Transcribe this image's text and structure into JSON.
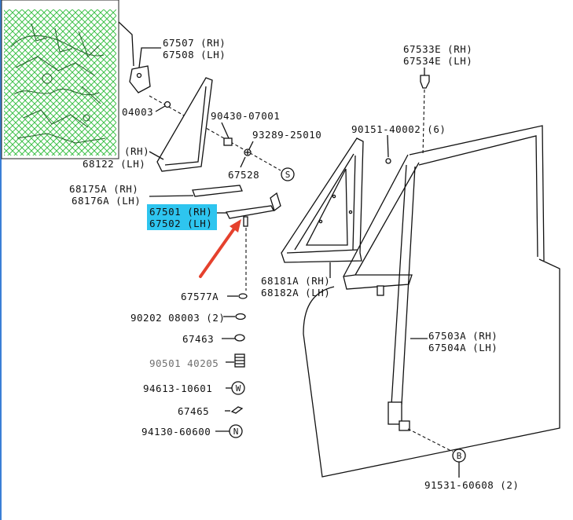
{
  "colors": {
    "highlight": "#2ec5ef",
    "arrow": "#e5412d",
    "hatch": "#3ec14a",
    "ink": "#111111"
  },
  "labels": {
    "p67507": {
      "rh": "67507 (RH)",
      "lh": "67508 (LH)"
    },
    "p04003": "04003",
    "p90430": "90430-07001",
    "p93289": "93289-25010",
    "p68121": {
      "rh": "(RH)",
      "lh": "68122 (LH)"
    },
    "p67528": "67528",
    "p68175": {
      "rh": "68175A (RH)",
      "lh": "68176A (LH)"
    },
    "p67501": {
      "rh": "67501 (RH)",
      "lh": "67502 (LH)"
    },
    "p67533": {
      "rh": "67533E (RH)",
      "lh": "67534E (LH)"
    },
    "p90151": "90151-40002 (6)",
    "p68181": {
      "rh": "68181A (RH)",
      "lh": "68182A (LH)"
    },
    "p67577": "67577A",
    "p90202": "90202 08003 (2)",
    "p67463": "67463",
    "p90501": "90501 40205",
    "p94613": "94613-10601",
    "p67465": "67465",
    "p94130": "94130-60600",
    "p67503": {
      "rh": "67503A (RH)",
      "lh": "67504A (LH)"
    },
    "p91531": "91531-60608 (2)"
  },
  "circle_markers": {
    "s": "S",
    "w": "W",
    "n": "N",
    "b": "B"
  }
}
